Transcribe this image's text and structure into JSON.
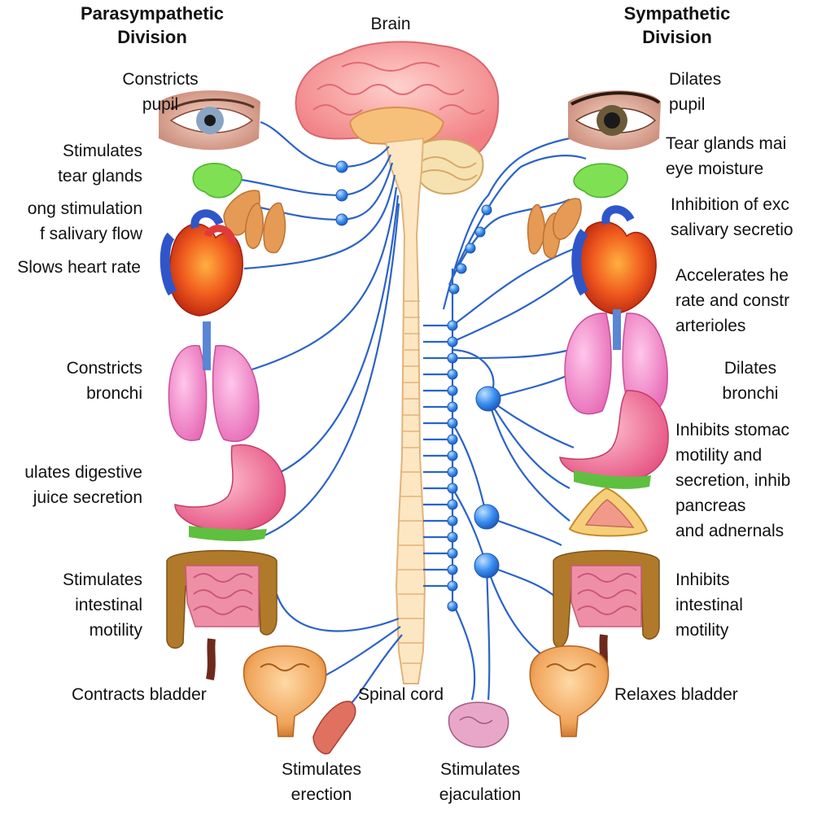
{
  "headings": {
    "parasympathetic": [
      "Parasympathetic",
      "Division"
    ],
    "sympathetic": [
      "Sympathetic",
      "Division"
    ],
    "brain": "Brain",
    "spinal_cord": "Spinal cord"
  },
  "parasympathetic_effects": [
    {
      "organ": "eye",
      "lines": [
        "Constricts",
        "pupil"
      ]
    },
    {
      "organ": "tear-glands",
      "lines": [
        "Stimulates",
        "tear glands"
      ]
    },
    {
      "organ": "salivary-glands",
      "lines": [
        "ong stimulation",
        "f salivary flow"
      ]
    },
    {
      "organ": "heart",
      "lines": [
        "Slows heart rate"
      ]
    },
    {
      "organ": "lungs",
      "lines": [
        "Constricts",
        "bronchi"
      ]
    },
    {
      "organ": "stomach",
      "lines": [
        "ulates digestive",
        "juice secretion"
      ]
    },
    {
      "organ": "intestine",
      "lines": [
        "Stimulates",
        "intestinal",
        "motility"
      ]
    },
    {
      "organ": "bladder",
      "lines": [
        "Contracts bladder"
      ]
    }
  ],
  "sympathetic_effects": [
    {
      "organ": "eye",
      "lines": [
        "Dilates",
        "pupil"
      ]
    },
    {
      "organ": "tear-glands",
      "lines": [
        "Tear glands mai",
        "eye moisture"
      ]
    },
    {
      "organ": "salivary-glands",
      "lines": [
        "Inhibition of exc",
        "salivary secretio"
      ]
    },
    {
      "organ": "heart",
      "lines": [
        "Accelerates he",
        "rate and constr",
        "arterioles"
      ]
    },
    {
      "organ": "lungs",
      "lines": [
        "Dilates",
        "bronchi"
      ]
    },
    {
      "organ": "stomach-pancreas",
      "lines": [
        "Inhibits stomac",
        "motility and",
        "secretion, inhib",
        "pancreas",
        "and adnernals"
      ]
    },
    {
      "organ": "intestine",
      "lines": [
        "Inhibits",
        "intestinal",
        "motility"
      ]
    },
    {
      "organ": "bladder",
      "lines": [
        "Relaxes bladder"
      ]
    }
  ],
  "reproductive_effects": [
    {
      "division": "parasympathetic",
      "organ": "penis",
      "lines": [
        "Stimulates",
        "erection"
      ]
    },
    {
      "division": "sympathetic",
      "organ": "seminal-vesicle",
      "lines": [
        "Stimulates",
        "ejaculation"
      ]
    }
  ],
  "colors": {
    "nerve": "#2c63c7",
    "ganglion": "#3a8ef0",
    "spinal_cord": "#fde7c2",
    "brain": "#f49a9a",
    "lungs": "#f08ac4",
    "stomach": "#ee6f97",
    "heart": "#e8451f",
    "intestine": "#b07a2a",
    "gland_green": "#7ee052",
    "salivary": "#e59a55"
  }
}
